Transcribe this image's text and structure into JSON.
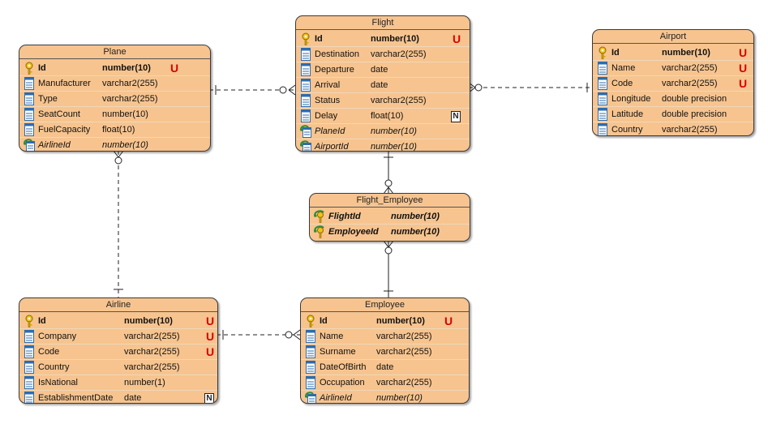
{
  "entities": {
    "plane": {
      "title": "Plane",
      "rows": [
        {
          "kind": "pk",
          "name": "Id",
          "type": "number(10)",
          "badge": "U"
        },
        {
          "kind": "col",
          "name": "Manufacturer",
          "type": "varchar2(255)",
          "badge": ""
        },
        {
          "kind": "col",
          "name": "Type",
          "type": "varchar2(255)",
          "badge": ""
        },
        {
          "kind": "col",
          "name": "SeatCount",
          "type": "number(10)",
          "badge": ""
        },
        {
          "kind": "col",
          "name": "FuelCapacity",
          "type": "float(10)",
          "badge": ""
        },
        {
          "kind": "fk",
          "name": "AirlineId",
          "type": "number(10)",
          "badge": ""
        }
      ]
    },
    "flight": {
      "title": "Flight",
      "rows": [
        {
          "kind": "pk",
          "name": "Id",
          "type": "number(10)",
          "badge": "U"
        },
        {
          "kind": "col",
          "name": "Destination",
          "type": "varchar2(255)",
          "badge": ""
        },
        {
          "kind": "col",
          "name": "Departure",
          "type": "date",
          "badge": ""
        },
        {
          "kind": "col",
          "name": "Arrival",
          "type": "date",
          "badge": ""
        },
        {
          "kind": "col",
          "name": "Status",
          "type": "varchar2(255)",
          "badge": ""
        },
        {
          "kind": "col",
          "name": "Delay",
          "type": "float(10)",
          "badge": "N"
        },
        {
          "kind": "fk",
          "name": "PlaneId",
          "type": "number(10)",
          "badge": ""
        },
        {
          "kind": "fk",
          "name": "AirportId",
          "type": "number(10)",
          "badge": ""
        }
      ]
    },
    "airport": {
      "title": "Airport",
      "rows": [
        {
          "kind": "pk",
          "name": "Id",
          "type": "number(10)",
          "badge": "U"
        },
        {
          "kind": "col",
          "name": "Name",
          "type": "varchar2(255)",
          "badge": "U"
        },
        {
          "kind": "col",
          "name": "Code",
          "type": "varchar2(255)",
          "badge": "U"
        },
        {
          "kind": "col",
          "name": "Longitude",
          "type": "double precision",
          "badge": ""
        },
        {
          "kind": "col",
          "name": "Latitude",
          "type": "double precision",
          "badge": ""
        },
        {
          "kind": "col",
          "name": "Country",
          "type": "varchar2(255)",
          "badge": ""
        }
      ]
    },
    "flight_employee": {
      "title": "Flight_Employee",
      "rows": [
        {
          "kind": "pkfk",
          "name": "FlightId",
          "type": "number(10)",
          "badge": ""
        },
        {
          "kind": "pkfk",
          "name": "EmployeeId",
          "type": "number(10)",
          "badge": ""
        }
      ]
    },
    "airline": {
      "title": "Airline",
      "rows": [
        {
          "kind": "pk",
          "name": "Id",
          "type": "number(10)",
          "badge": "U"
        },
        {
          "kind": "col",
          "name": "Company",
          "type": "varchar2(255)",
          "badge": "U"
        },
        {
          "kind": "col",
          "name": "Code",
          "type": "varchar2(255)",
          "badge": "U"
        },
        {
          "kind": "col",
          "name": "Country",
          "type": "varchar2(255)",
          "badge": ""
        },
        {
          "kind": "col",
          "name": "IsNational",
          "type": "number(1)",
          "badge": ""
        },
        {
          "kind": "col",
          "name": "EstablishmentDate",
          "type": "date",
          "badge": "N"
        }
      ]
    },
    "employee": {
      "title": "Employee",
      "rows": [
        {
          "kind": "pk",
          "name": "Id",
          "type": "number(10)",
          "badge": "U"
        },
        {
          "kind": "col",
          "name": "Name",
          "type": "varchar2(255)",
          "badge": ""
        },
        {
          "kind": "col",
          "name": "Surname",
          "type": "varchar2(255)",
          "badge": ""
        },
        {
          "kind": "col",
          "name": "DateOfBirth",
          "type": "date",
          "badge": ""
        },
        {
          "kind": "col",
          "name": "Occupation",
          "type": "varchar2(255)",
          "badge": ""
        },
        {
          "kind": "fk",
          "name": "AirlineId",
          "type": "number(10)",
          "badge": ""
        }
      ]
    }
  },
  "relationships": [
    {
      "from": "plane",
      "to": "flight",
      "one_side": "plane",
      "many_side": "flight"
    },
    {
      "from": "flight",
      "to": "airport",
      "one_side": "airport",
      "many_side": "flight"
    },
    {
      "from": "airline",
      "to": "plane",
      "one_side": "airline",
      "many_side": "plane"
    },
    {
      "from": "flight",
      "to": "flight_employee",
      "one_side": "flight",
      "many_side": "flight_employee"
    },
    {
      "from": "employee",
      "to": "flight_employee",
      "one_side": "employee",
      "many_side": "flight_employee"
    },
    {
      "from": "airline",
      "to": "employee",
      "one_side": "airline",
      "many_side": "employee"
    }
  ],
  "colors": {
    "entity_fill": "#f7c48f",
    "unique_badge": "#d80000",
    "line": "#222222"
  },
  "icons": {
    "pk": "key-icon",
    "col": "column-icon",
    "fk": "foreign-key-icon",
    "pkfk": "primary-foreign-key-icon"
  }
}
